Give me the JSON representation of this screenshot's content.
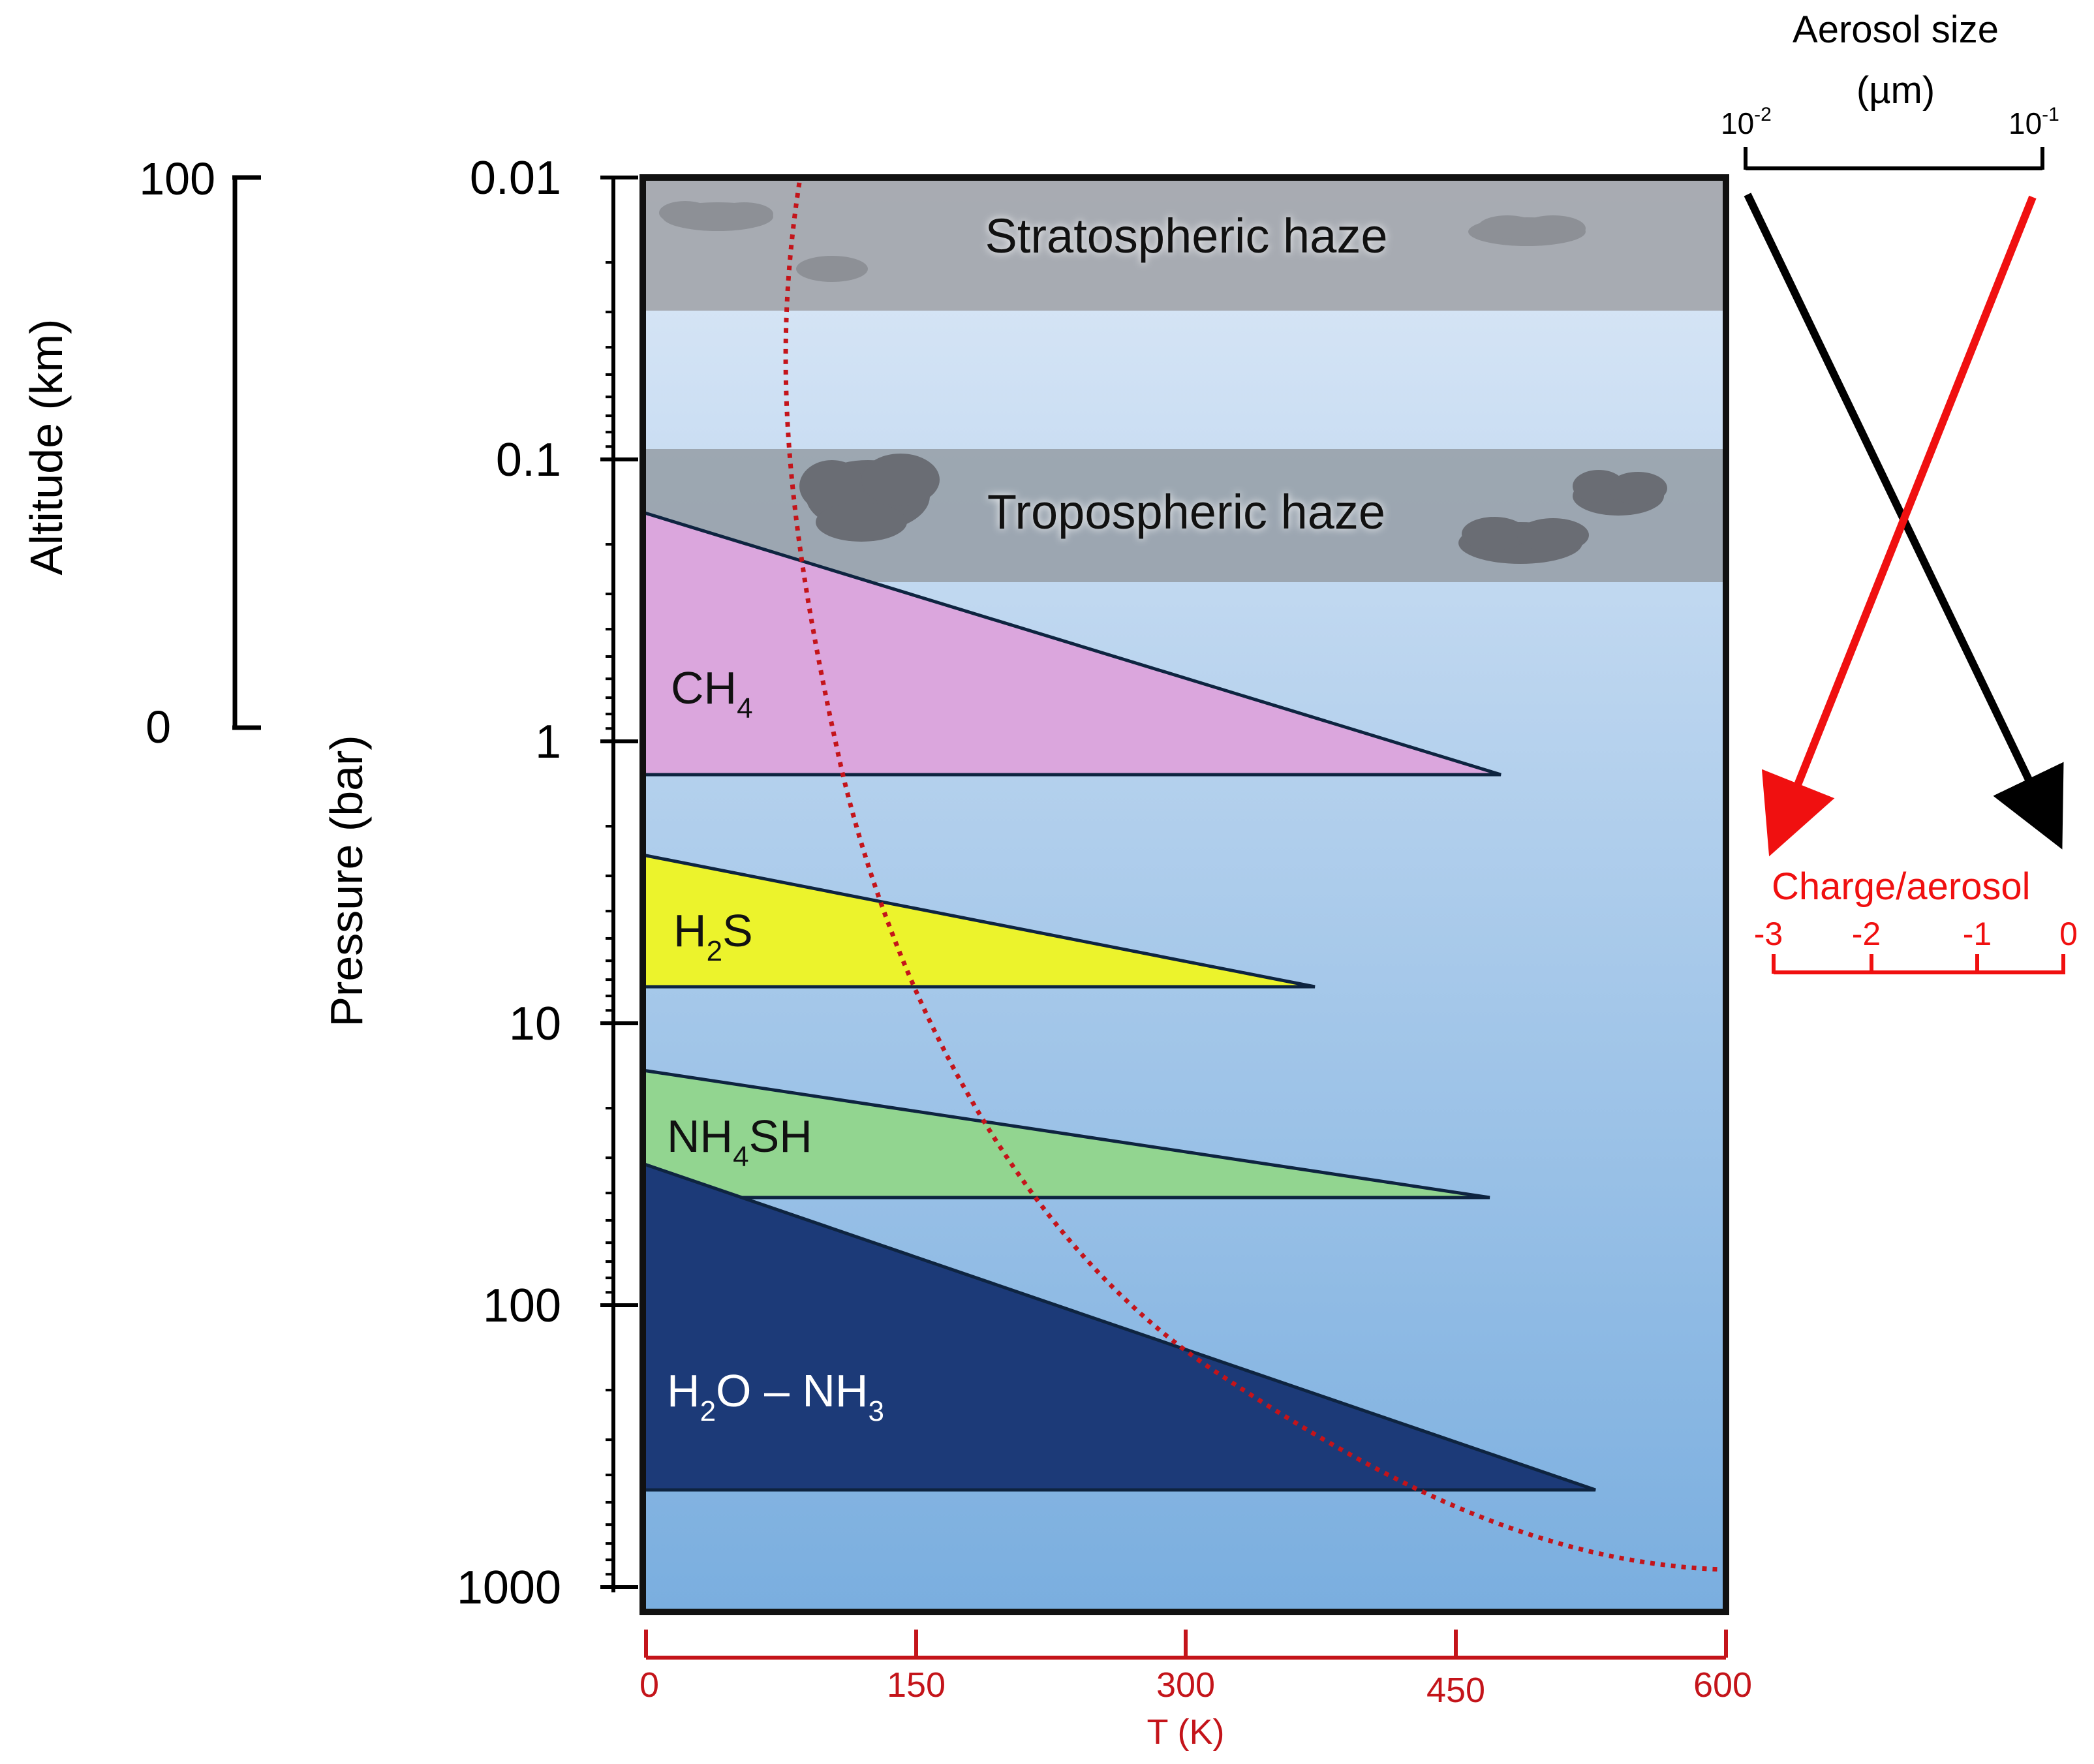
{
  "altitude_axis": {
    "title": "Altitude (km)",
    "ticks": [
      "100",
      "0"
    ]
  },
  "pressure_axis": {
    "title": "Pressure (bar)",
    "ticks": [
      "0.01",
      "0.1",
      "1",
      "10",
      "100",
      "1000"
    ]
  },
  "temperature_axis": {
    "title": "T (K)",
    "ticks": [
      "0",
      "150",
      "300",
      "450",
      "600"
    ]
  },
  "haze_layers": [
    {
      "label": "Stratospheric haze"
    },
    {
      "label": "Tropospheric haze"
    }
  ],
  "cloud_decks": [
    {
      "species": "CH4",
      "label_main": "CH",
      "label_sub": "4",
      "label_tail": "",
      "color": "#dba6dd"
    },
    {
      "species": "H2S",
      "label_main": "H",
      "label_sub": "2",
      "label_tail": "S",
      "color": "#ecf32c"
    },
    {
      "species": "NH4SH",
      "label_main": "NH",
      "label_sub": "4",
      "label_tail": "SH",
      "color": "#92d590"
    },
    {
      "species": "H2O-NH3",
      "label_a": "H",
      "label_a_sub": "2",
      "label_b": "O – NH",
      "label_b_sub": "3",
      "color": "#1c3a78"
    }
  ],
  "aerosol_size": {
    "title_line1": "Aerosol size",
    "title_line2": "(µm)",
    "tick_min_base": "10",
    "tick_min_exp": "-2",
    "tick_max_base": "10",
    "tick_max_exp": "-1"
  },
  "charge": {
    "title": "Charge/aerosol",
    "ticks": [
      "-3",
      "-2",
      "-1",
      "0"
    ],
    "color": "#f01010"
  },
  "colors": {
    "temperature_profile": "#c4141a",
    "plot_bg_top": "#dde9f7",
    "plot_bg_bottom": "#7aaedf",
    "haze": "#9ea3aa",
    "cloud_blob": "#6a6d74",
    "aerosol_size_line": "#000000",
    "charge_line": "#f01010"
  }
}
